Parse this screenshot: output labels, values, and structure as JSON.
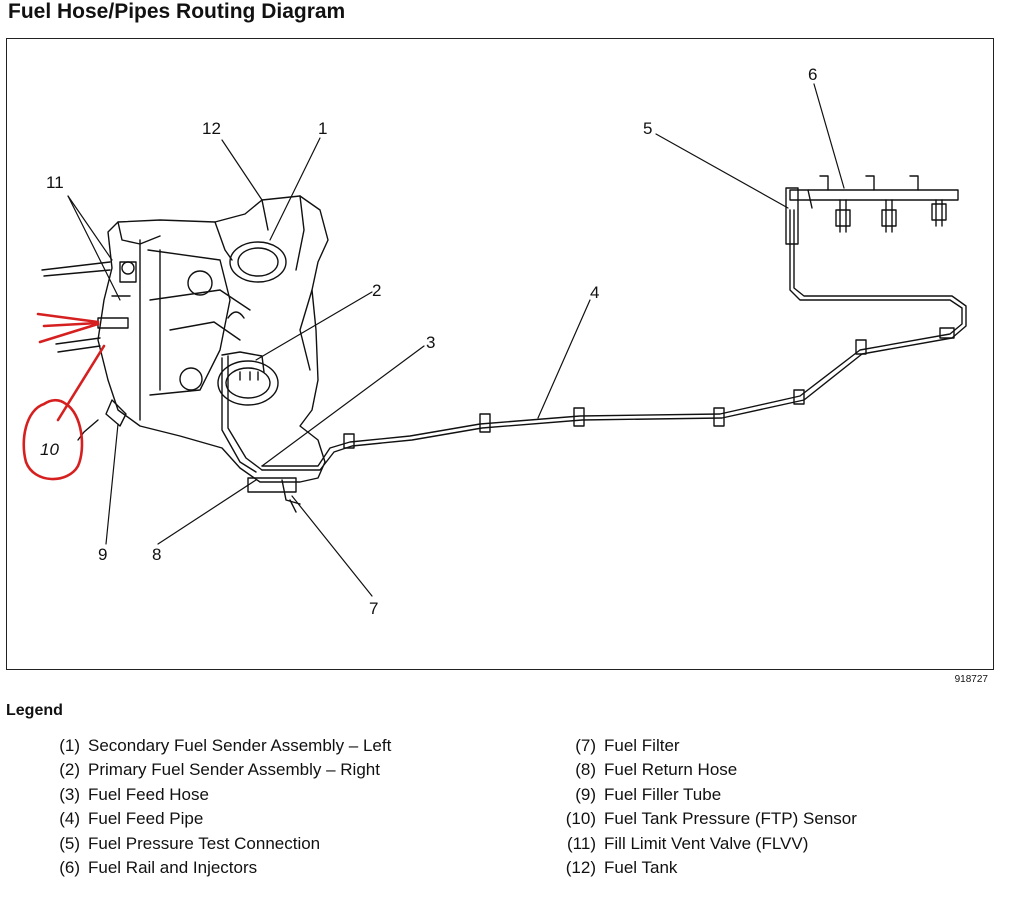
{
  "title": "Fuel Hose/Pipes Routing Diagram",
  "figure_number": "918727",
  "callouts": {
    "c1": "1",
    "c2": "2",
    "c3": "3",
    "c4": "4",
    "c5": "5",
    "c6": "6",
    "c7": "7",
    "c8": "8",
    "c9": "9",
    "c11": "11",
    "c12": "12"
  },
  "handwritten_annotation": "10",
  "annotation_color": "#d62020",
  "legend": {
    "title": "Legend",
    "left_items": [
      {
        "num": "(1)",
        "text": "Secondary Fuel Sender Assembly – Left"
      },
      {
        "num": "(2)",
        "text": "Primary Fuel Sender Assembly – Right"
      },
      {
        "num": "(3)",
        "text": "Fuel Feed Hose"
      },
      {
        "num": "(4)",
        "text": "Fuel Feed Pipe"
      },
      {
        "num": "(5)",
        "text": "Fuel Pressure Test Connection"
      },
      {
        "num": "(6)",
        "text": "Fuel Rail and Injectors"
      }
    ],
    "right_items": [
      {
        "num": "(7)",
        "text": "Fuel Filter"
      },
      {
        "num": "(8)",
        "text": "Fuel Return Hose"
      },
      {
        "num": "(9)",
        "text": "Fuel Filler Tube"
      },
      {
        "num": "(10)",
        "text": "Fuel Tank Pressure (FTP) Sensor"
      },
      {
        "num": "(11)",
        "text": "Fill Limit Vent Valve (FLVV)"
      },
      {
        "num": "(12)",
        "text": "Fuel Tank"
      }
    ]
  }
}
